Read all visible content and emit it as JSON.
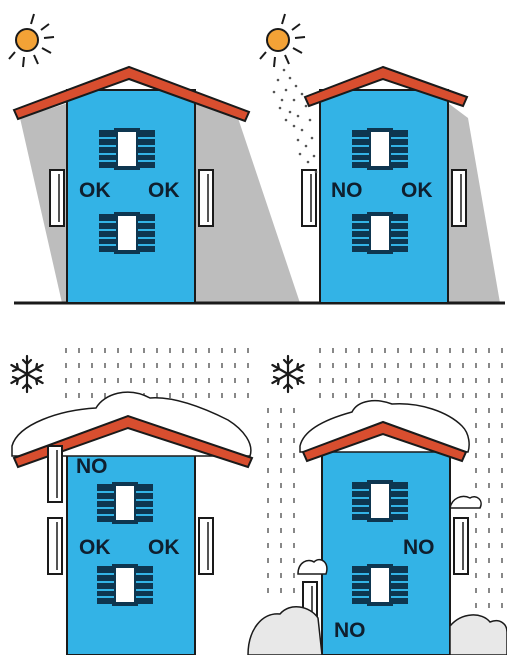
{
  "scenes": [
    {
      "weather": "sun",
      "weather_icon": "sun-icon",
      "labels": {
        "top": "",
        "mid_left": "OK",
        "mid_right": "OK",
        "bottom_left": ""
      }
    },
    {
      "weather": "sun-rain",
      "weather_icon": "sun-rain-icon",
      "labels": {
        "top": "",
        "mid_left": "NO",
        "mid_right": "OK",
        "bottom_left": ""
      }
    },
    {
      "weather": "snow",
      "weather_icon": "snowflake-icon",
      "labels": {
        "top": "NO",
        "mid_left": "OK",
        "mid_right": "OK",
        "bottom_left": ""
      }
    },
    {
      "weather": "snow-drifts",
      "weather_icon": "snowflake-icon",
      "labels": {
        "top": "",
        "mid_left": "",
        "mid_right": "NO",
        "bottom_left": "NO"
      }
    }
  ],
  "colors": {
    "wall": "#33b3e6",
    "roof": "#d84e2f",
    "sun": "#f3a236",
    "shadow": "#bdbdbd",
    "outline": "#1a1a1a",
    "shutter": "#0e3650"
  }
}
